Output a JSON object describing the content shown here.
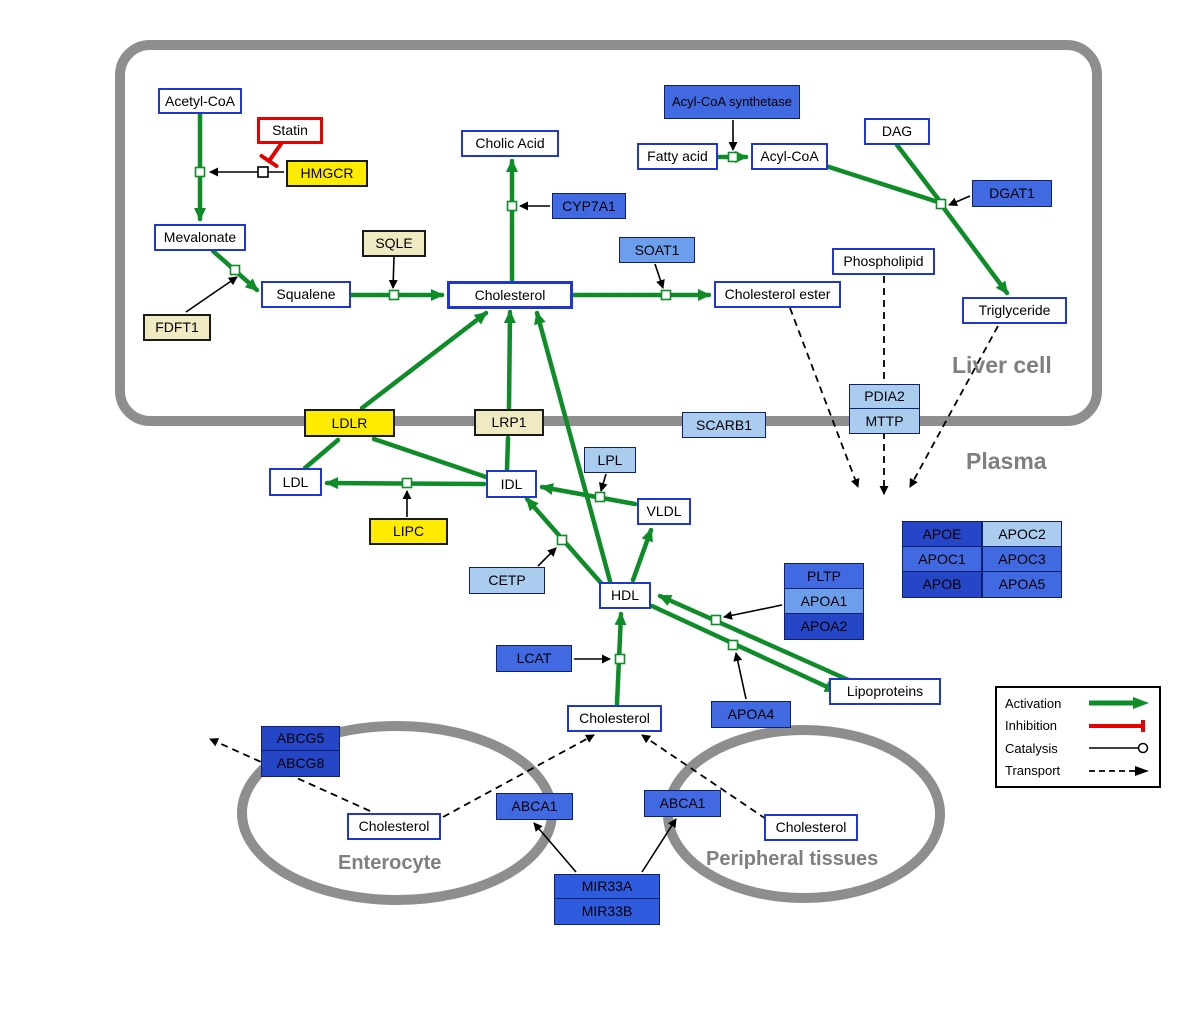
{
  "colors": {
    "activation_green": "#0E8C28",
    "inhibition_red": "#E60000",
    "membrane_gray": "#8E8E8E",
    "gene_yellow": "#FFEB00",
    "gene_pale_yellow": "#EFEAC1",
    "gene_blue_dark": "#2646C8",
    "gene_blue_medium": "#4169E1",
    "gene_blue_light": "#A9CCEF",
    "metabolite_border_blue": "#2036D4"
  },
  "regions": {
    "liver_cell": "Liver cell",
    "plasma": "Plasma",
    "enterocyte": "Enterocyte",
    "peripheral_tissues": "Peripheral tissues"
  },
  "legend": {
    "activation": "Activation",
    "inhibition": "Inhibition",
    "catalysis": "Catalysis",
    "transport": "Transport"
  },
  "nodes": {
    "acetyl_coa": "Acetyl-CoA",
    "statin": "Statin",
    "hmgcr": "HMGCR",
    "mevalonate": "Mevalonate",
    "fdft1": "FDFT1",
    "sqle": "SQLE",
    "squalene": "Squalene",
    "cholesterol_liver": "Cholesterol",
    "cholic_acid": "Cholic Acid",
    "cyp7a1": "CYP7A1",
    "soat1": "SOAT1",
    "cholesterol_ester": "Cholesterol ester",
    "acyl_coa_synthetase": "Acyl-CoA synthetase",
    "fatty_acid": "Fatty acid",
    "acyl_coa": "Acyl-CoA",
    "dag": "DAG",
    "dgat1": "DGAT1",
    "phospholipid": "Phospholipid",
    "triglyceride": "Triglyceride",
    "pdia2": "PDIA2",
    "mttp": "MTTP",
    "ldlr": "LDLR",
    "lrp1": "LRP1",
    "scarb1": "SCARB1",
    "ldl": "LDL",
    "idl": "IDL",
    "lpl": "LPL",
    "vldl": "VLDL",
    "lipc": "LIPC",
    "cetp": "CETP",
    "hdl": "HDL",
    "lcat": "LCAT",
    "pltp": "PLTP",
    "apoa1": "APOA1",
    "apoa2": "APOA2",
    "apoa4": "APOA4",
    "lipoproteins": "Lipoproteins",
    "apoe": "APOE",
    "apoc2": "APOC2",
    "apoc1": "APOC1",
    "apoc3": "APOC3",
    "apob": "APOB",
    "apoa5": "APOA5",
    "cholesterol_plasma": "Cholesterol",
    "abcg5": "ABCG5",
    "abcg8": "ABCG8",
    "cholesterol_enterocyte": "Cholesterol",
    "abca1_left": "ABCA1",
    "abca1_right": "ABCA1",
    "cholesterol_peripheral": "Cholesterol",
    "mir33a": "MIR33A",
    "mir33b": "MIR33B"
  }
}
